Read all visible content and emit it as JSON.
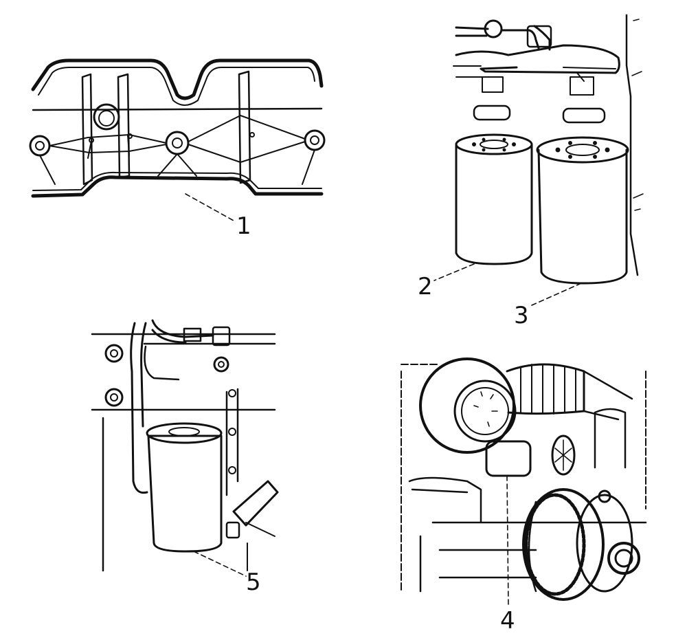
{
  "callouts": [
    {
      "id": "1",
      "text": "1"
    },
    {
      "id": "2",
      "text": "2"
    },
    {
      "id": "3",
      "text": "3"
    },
    {
      "id": "4",
      "text": "4"
    },
    {
      "id": "5",
      "text": "5"
    }
  ],
  "colors": {
    "ink": "#111111",
    "paper": "#ffffff",
    "stipple": "#8a8a8a"
  }
}
